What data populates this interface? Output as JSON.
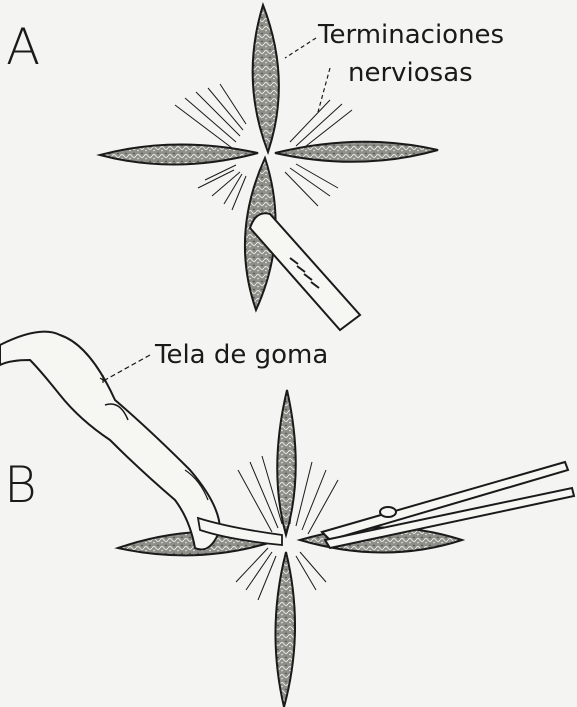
{
  "panels": {
    "a": {
      "letter": "A"
    },
    "b": {
      "letter": "B"
    }
  },
  "labels": {
    "nerve_endings_line1": "Terminaciones",
    "nerve_endings_line2": "nerviosas",
    "rubber_sheet": "Tela de goma"
  },
  "colors": {
    "ink": "#1a1a1a",
    "paper": "#f4f4f2",
    "tissue": "#8a8a86"
  }
}
